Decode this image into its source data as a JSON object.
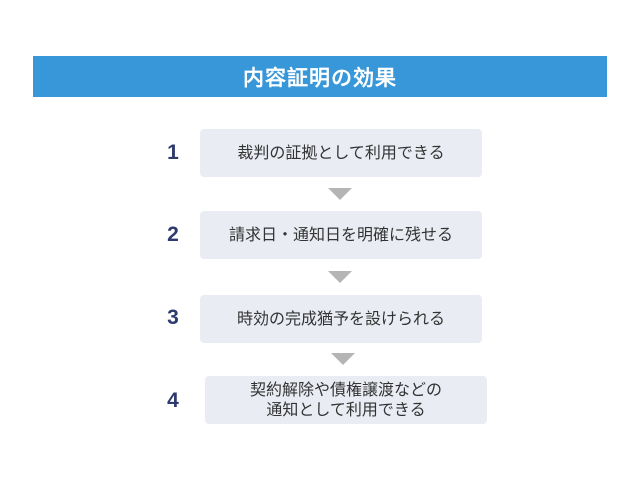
{
  "title": "内容証明の効果",
  "colors": {
    "banner": "#3797d9",
    "number": "#2d3a6e",
    "box": "#e9ecf3",
    "arrow": "#b5b5b5"
  },
  "steps": [
    {
      "number": "1",
      "text": "裁判の証拠として利用できる"
    },
    {
      "number": "2",
      "text": "請求日・通知日を明確に残せる"
    },
    {
      "number": "3",
      "text": "時効の完成猶予を設けられる"
    },
    {
      "number": "4",
      "text": "契約解除や債権譲渡などの\n通知として利用できる"
    }
  ]
}
